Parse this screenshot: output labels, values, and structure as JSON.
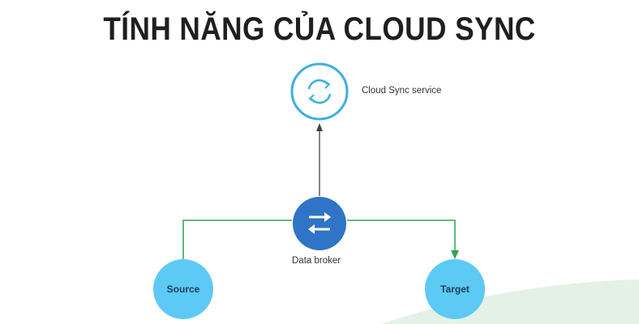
{
  "title": "TÍNH NĂNG CỦA CLOUD SYNC",
  "nodes": {
    "service": {
      "label": "Cloud Sync service",
      "icon": "sync-icon"
    },
    "broker": {
      "label": "Data broker",
      "icon": "swap-arrows-icon"
    },
    "source": {
      "label": "Source"
    },
    "target": {
      "label": "Target"
    }
  },
  "colors": {
    "service_ring": "#3cb0e0",
    "broker": "#2f74c6",
    "endpoint": "#5ccaf4",
    "connector": "#2ea44f",
    "arrow": "#444444"
  }
}
